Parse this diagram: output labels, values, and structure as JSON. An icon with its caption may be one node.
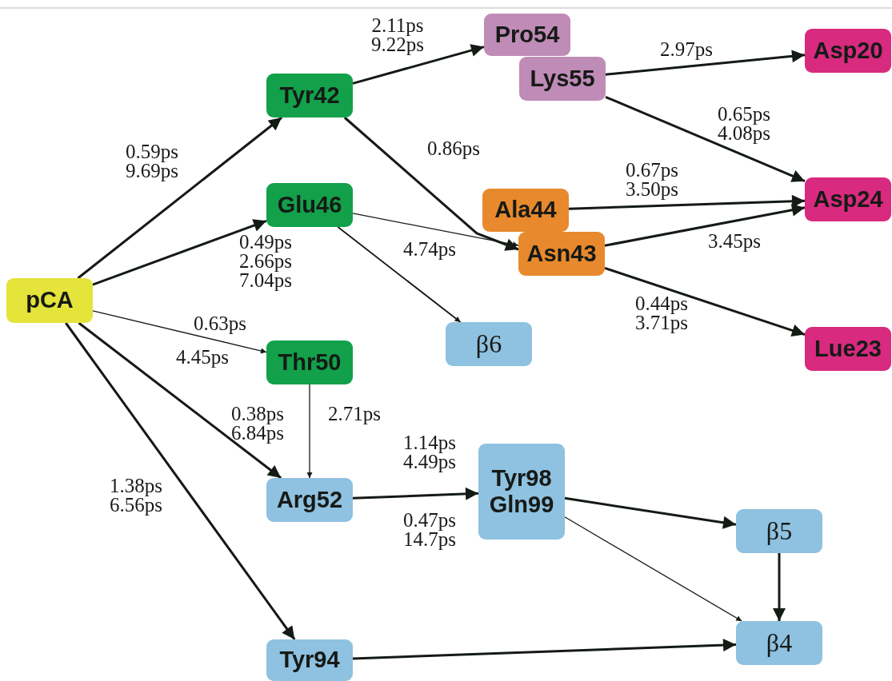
{
  "diagram": {
    "nodes": [
      {
        "text": [
          "pCA"
        ]
      },
      {
        "text": [
          "Tyr42"
        ]
      },
      {
        "text": [
          "Glu46"
        ]
      },
      {
        "text": [
          "Thr50"
        ]
      },
      {
        "text": [
          "Arg52"
        ]
      },
      {
        "text": [
          "Tyr94"
        ]
      },
      {
        "text": [
          "Pro54"
        ]
      },
      {
        "text": [
          "Lys55"
        ]
      },
      {
        "text": [
          "Ala44"
        ]
      },
      {
        "text": [
          "Asn43"
        ]
      },
      {
        "text": [
          "β6"
        ]
      },
      {
        "text": [
          "Asp20"
        ]
      },
      {
        "text": [
          "Asp24"
        ]
      },
      {
        "text": [
          "Lue23"
        ]
      },
      {
        "text": [
          "Tyr98 Gln99"
        ]
      },
      {
        "text": [
          "β5"
        ]
      },
      {
        "text": [
          "β4"
        ]
      }
    ],
    "edges": [
      {
        "from": 0,
        "to": 1,
        "arrow": "to",
        "label": "0.59ps 9.69ps"
      },
      {
        "from": 0,
        "to": 2,
        "arrow": "to",
        "label": "0.49ps 2.66ps 7.04ps"
      },
      {
        "from": 0,
        "to": 3,
        "arrow": "to",
        "label": "0.63ps"
      },
      {
        "from": 0,
        "to": 4,
        "arrow": "to",
        "label": "0.38ps 6.84ps"
      },
      {
        "from": 0,
        "to": 5,
        "arrow": "to",
        "label": "1.38ps 6.56ps"
      },
      {
        "from": 1,
        "to": 6,
        "arrow": "to",
        "label": "2.11ps 9.22ps"
      },
      {
        "from": 1,
        "to": 9,
        "arrow": "to",
        "label": "0.86ps"
      },
      {
        "from": 2,
        "to": 9,
        "arrow": "to",
        "label": "4.74ps"
      },
      {
        "from": 2,
        "to": 10,
        "arrow": "to"
      },
      {
        "from": 3,
        "to": 4,
        "arrow": "to",
        "label": "2.71ps"
      },
      {
        "from": 7,
        "to": 11,
        "arrow": "to",
        "label": "2.97ps"
      },
      {
        "from": 7,
        "to": 12,
        "arrow": "to",
        "label": "0.65ps 4.08ps"
      },
      {
        "from": 8,
        "to": 12,
        "arrow": "to",
        "label": "0.67ps 3.50ps"
      },
      {
        "from": 9,
        "to": 12,
        "arrow": "to",
        "label": "3.45ps"
      },
      {
        "from": 9,
        "to": 13,
        "arrow": "to",
        "label": "0.44ps 3.71ps"
      },
      {
        "from": 4,
        "to": 14,
        "arrow": "to",
        "label": "1.14ps 4.49ps"
      },
      {
        "from": 14,
        "to": 15,
        "arrow": "to"
      },
      {
        "from": 14,
        "to": 16,
        "arrow": "to"
      },
      {
        "from": 15,
        "to": 16,
        "arrow": "to"
      },
      {
        "from": 5,
        "to": 16,
        "arrow": "to"
      }
    ],
    "labels": [
      "4.45ps",
      "0.47ps 14.7ps"
    ]
  }
}
